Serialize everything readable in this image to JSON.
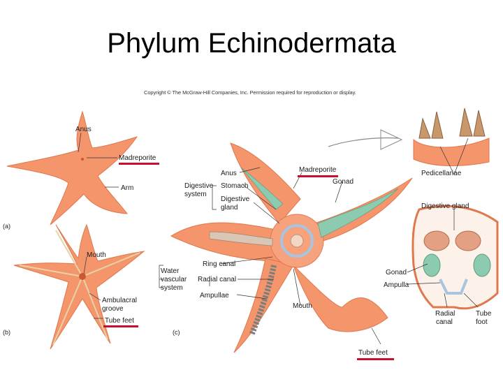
{
  "title": "Phylum Echinodermata",
  "copyright": "Copyright © The McGraw-Hill Companies, Inc. Permission required for reproduction or display.",
  "panels": {
    "a": "(a)",
    "b": "(b)",
    "c": "(c)"
  },
  "panel_a_labels": {
    "anus": "Anus",
    "madreporite": "Madreporite",
    "arm": "Arm"
  },
  "panel_b_labels": {
    "mouth": "Mouth",
    "ambulacral_1": "Ambulacral",
    "ambulacral_2": "groove",
    "tube_feet": "Tube feet"
  },
  "panel_c_labels": {
    "anus": "Anus",
    "digestive_system_1": "Digestive",
    "digestive_system_2": "system",
    "stomach": "Stomach",
    "digestive_gland_1": "Digestive",
    "digestive_gland_2": "gland",
    "madreporite": "Madreporite",
    "gonad": "Gonad",
    "pedicellariae": "Pedicellariae",
    "digestive_gland_inset": "Digestive gland",
    "ring_canal": "Ring canal",
    "water_vascular_1": "Water",
    "water_vascular_2": "vascular",
    "water_vascular_3": "system",
    "radial_canal": "Radial canal",
    "ampullae": "Ampullae",
    "mouth": "Mouth",
    "gonad_inset": "Gonad",
    "ampulla": "Ampulla",
    "radial_canal_inset_1": "Radial",
    "radial_canal_inset_2": "canal",
    "tube_foot_1": "Tube",
    "tube_foot_2": "foot",
    "tube_feet": "Tube feet"
  },
  "colors": {
    "star": "#f4956b",
    "star_dark": "#e0774d",
    "underline": "#c8102e",
    "gland": "#8ccbb0",
    "canal": "#a9c4e0"
  }
}
